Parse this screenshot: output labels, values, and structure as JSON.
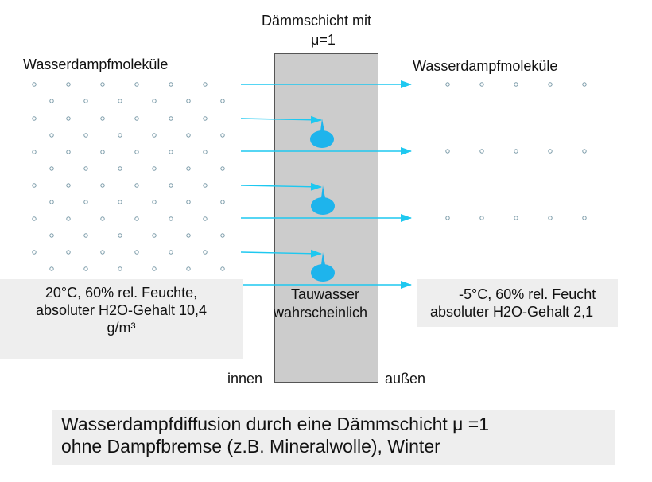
{
  "layer_title_line1": "Dämmschicht mit",
  "layer_title_line2": "μ=1",
  "left_label": "Wasserdampfmoleküle",
  "right_label": "Wasserdampfmoleküle",
  "left_conditions": {
    "line1": "20°C, 60% rel. Feuchte,",
    "line2": "absoluter H2O-Gehalt 10,4",
    "line3": "g/m³"
  },
  "right_conditions": {
    "line1": "-5°C, 60% rel. Feucht",
    "line2": "absoluter H2O-Gehalt 2,1"
  },
  "condensation_line1": "Tauwasser",
  "condensation_line2": "wahrscheinlich",
  "inside_label": "innen",
  "outside_label": "außen",
  "caption_line1": "Wasserdampfdiffusion durch eine Dämmschicht μ =1",
  "caption_line2": "ohne Dampfbremse (z.B. Mineralwolle), Winter",
  "colors": {
    "arrow": "#1ec8f0",
    "droplet": "#1eb4ec",
    "dot_stroke": "#7a9aa8",
    "wall": "#cccccc",
    "box": "#eeeeee"
  }
}
